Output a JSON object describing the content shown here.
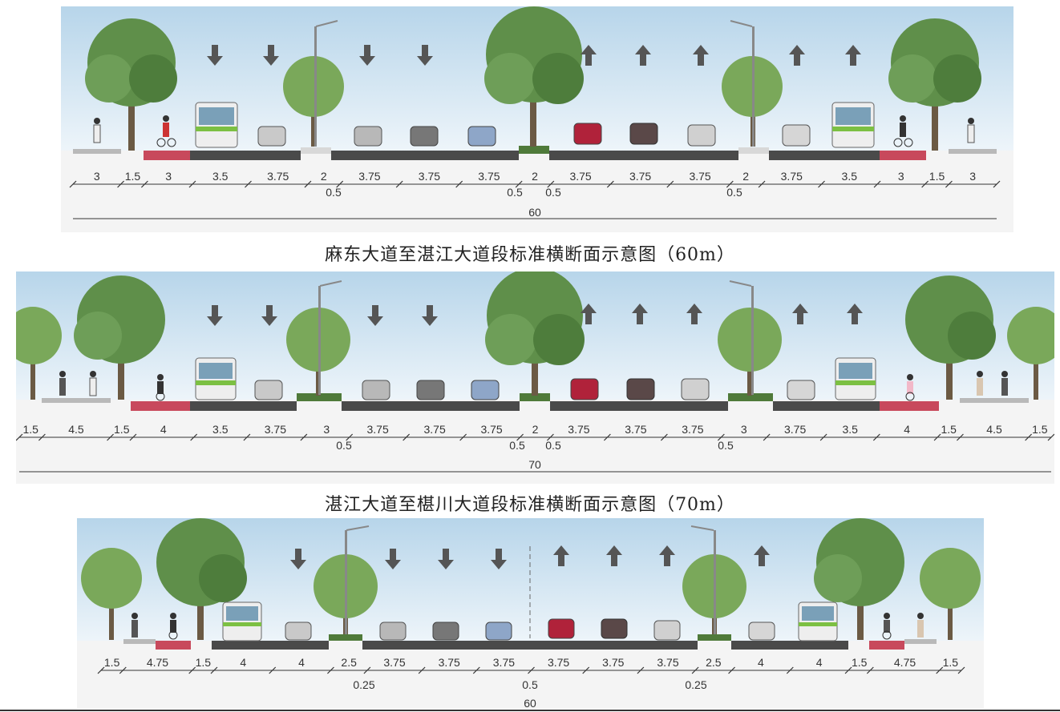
{
  "sections": [
    {
      "caption": "麻东大道至湛江大道段标准横断面示意图（60m）",
      "total_label": "60",
      "segments": [
        "3",
        "1.5",
        "3",
        "3.5",
        "3.75",
        "2",
        "3.75",
        "3.75",
        "3.75",
        "2",
        "3.75",
        "3.75",
        "3.75",
        "2",
        "3.75",
        "3.5",
        "3",
        "1.5",
        "3"
      ],
      "offsets": [
        "0.5",
        "0.5",
        "0.5",
        "0.5"
      ]
    },
    {
      "caption": "湛江大道至椹川大道段标准横断面示意图（70m）",
      "total_label": "70",
      "segments": [
        "1.5",
        "4.5",
        "1.5",
        "4",
        "3.5",
        "3.75",
        "3",
        "3.75",
        "3.75",
        "3.75",
        "2",
        "3.75",
        "3.75",
        "3.75",
        "3",
        "3.75",
        "3.5",
        "4",
        "1.5",
        "4.5",
        "1.5"
      ],
      "offsets": [
        "0.5",
        "0.5",
        "0.5",
        "0.5"
      ]
    },
    {
      "caption": "",
      "total_label": "60",
      "segments": [
        "1.5",
        "4.75",
        "1.5",
        "4",
        "4",
        "2.5",
        "3.75",
        "3.75",
        "3.75",
        "3.75",
        "3.75",
        "3.75",
        "2.5",
        "4",
        "4",
        "1.5",
        "4.75",
        "1.5"
      ],
      "offsets": [
        "0.25",
        "0.5",
        "0.25"
      ]
    }
  ],
  "colors": {
    "sky_top": "#bcd8ea",
    "sky_bottom": "#eef5fa",
    "asphalt": "#4a4a4a",
    "bike_lane": "#c8495c",
    "sidewalk": "#b9b9b9",
    "median_green": "#4f7a3a",
    "tree_green": "#5f8f4a",
    "arrow": "#555555",
    "bus_green": "#7cc043"
  },
  "icons": [
    "tree-icon",
    "car-icon",
    "bus-icon",
    "cyclist-icon",
    "pedestrian-icon",
    "streetlight-icon",
    "arrow-down-icon",
    "arrow-up-icon"
  ]
}
